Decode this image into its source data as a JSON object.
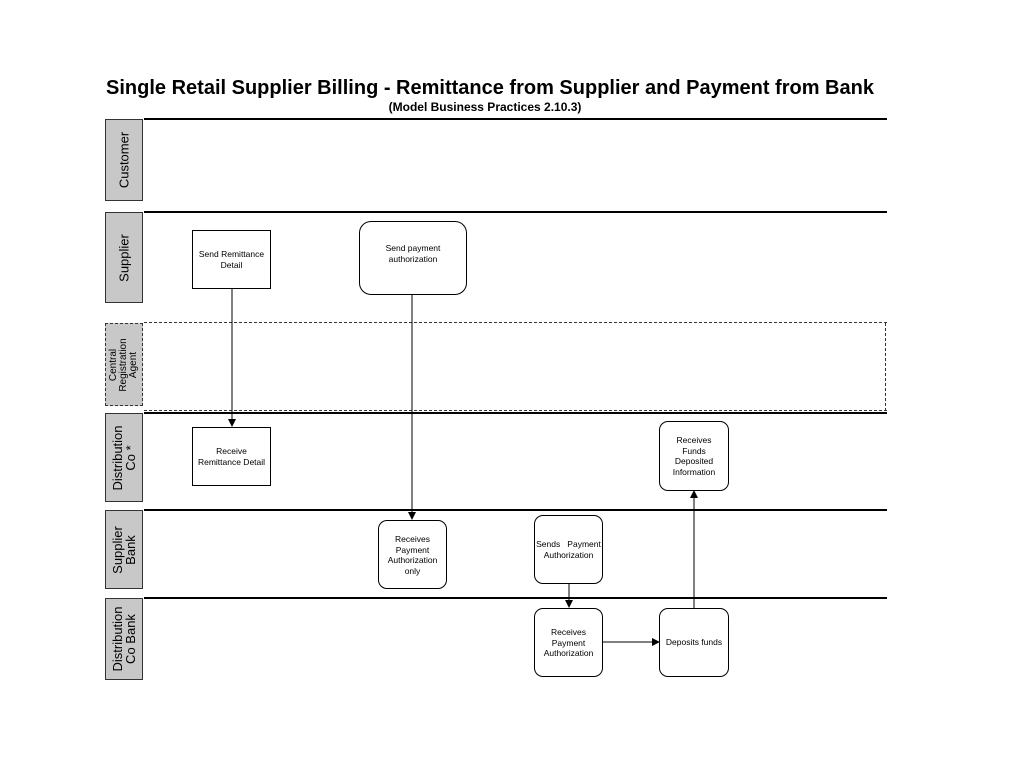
{
  "title": "Single Retail Supplier Billing - Remittance from Supplier and Payment from Bank",
  "subtitle": "(Model Business Practices 2.10.3)",
  "lanes": {
    "customer": "Customer",
    "supplier": "Supplier",
    "central_registration_agent": "Central\nRegistration\nAgent",
    "distribution_co": "Distribution\nCo *",
    "supplier_bank": "Supplier\nBank",
    "distribution_co_bank": "Distribution\nCo Bank"
  },
  "nodes": {
    "send_remittance_detail": "Send Remittance\nDetail",
    "send_payment_authorization": "Send payment\nauthorization",
    "receive_remittance_detail": "Receive\nRemittance Detail",
    "receives_funds_deposited_information": "Receives\nFunds\nDeposited\nInformation",
    "receives_payment_authorization_only": "Receives\nPayment\nAuthorization\nonly",
    "sends_payment_authorization": "Sends   Payment\nAuthorization",
    "receives_payment_authorization": "Receives\nPayment\nAuthorization",
    "deposits_funds": "Deposits funds"
  },
  "edges": [
    {
      "from": "send_remittance_detail",
      "to": "receive_remittance_detail"
    },
    {
      "from": "send_payment_authorization",
      "to": "receives_payment_authorization_only"
    },
    {
      "from": "sends_payment_authorization",
      "to": "receives_payment_authorization"
    },
    {
      "from": "receives_payment_authorization",
      "to": "deposits_funds"
    },
    {
      "from": "deposits_funds",
      "to": "receives_funds_deposited_information"
    }
  ]
}
